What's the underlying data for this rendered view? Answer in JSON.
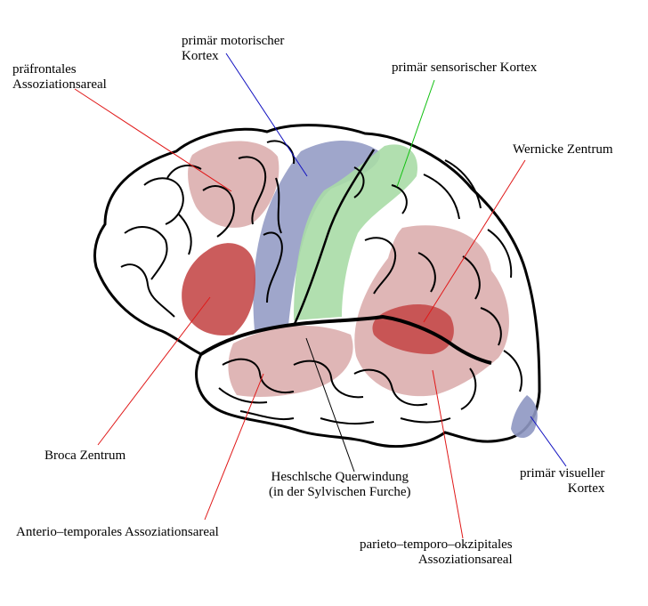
{
  "labels": {
    "prefrontal_1": "präfrontales",
    "prefrontal_2": "Assoziationsareal",
    "motor_1": "primär motorischer",
    "motor_2": "Kortex",
    "sensory": "primär sensorischer Kortex",
    "wernicke": "Wernicke Zentrum",
    "broca": "Broca Zentrum",
    "heschl_1": "Heschlsche Querwindung",
    "heschl_2": "(in der Sylvischen Furche)",
    "visual_1": "primär visueller",
    "visual_2": "Kortex",
    "anterior_temporal": "Anterio–temporales Assoziationsareal",
    "pto_1": "parieto–temporo–okzipitales",
    "pto_2": "Assoziationsareal"
  },
  "colors": {
    "association_area": "#d9a9a9",
    "broca_wernicke": "#c54a4a",
    "motor_cortex": "#8e97c2",
    "sensory_cortex": "#a8dca6",
    "visual_cortex": "#8e97c2",
    "line_red": "#e01818",
    "line_blue": "#1010c0",
    "line_green": "#10c010",
    "line_black": "#000000"
  }
}
